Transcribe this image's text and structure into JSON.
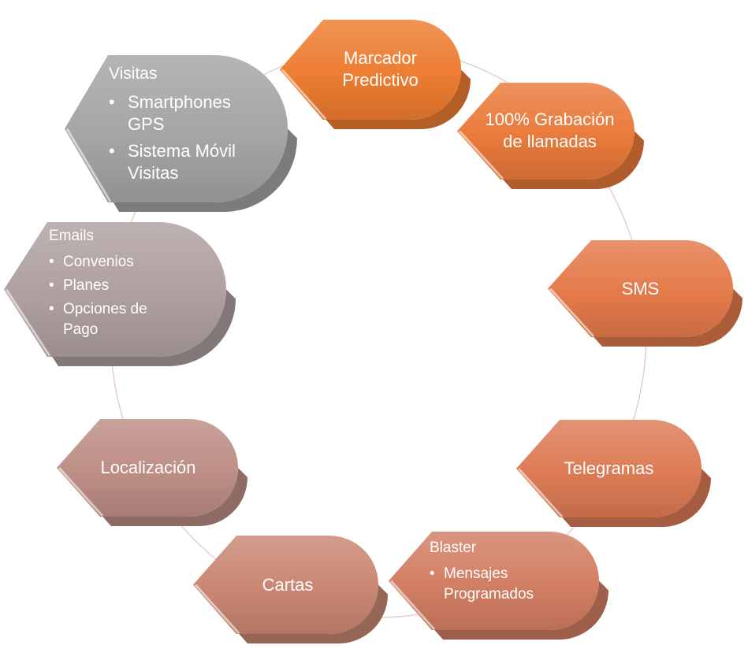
{
  "nodes": {
    "marcador": {
      "title": "Marcador Predictivo",
      "color": "#ED7D31"
    },
    "grabacion": {
      "title": "100% Grabación de llamadas",
      "color": "#EA7A3B"
    },
    "sms": {
      "title": "SMS",
      "color": "#E47A4A"
    },
    "telegramas": {
      "title": "Telegramas",
      "color": "#DC7B55"
    },
    "blaster": {
      "title": "Blaster",
      "items": [
        "Mensajes Programados"
      ],
      "color": "#D27E63"
    },
    "cartas": {
      "title": "Cartas",
      "color": "#C98673"
    },
    "localizacion": {
      "title": "Localización",
      "color": "#BD8E86"
    },
    "emails": {
      "title": "Emails",
      "items": [
        "Convenios",
        "Planes",
        "Opciones de Pago"
      ],
      "color": "#AFA0A0"
    },
    "visitas": {
      "title": "Visitas",
      "items": [
        "Smartphones GPS",
        "Sistema Móvil Visitas"
      ],
      "color": "#A5A5A5"
    }
  }
}
